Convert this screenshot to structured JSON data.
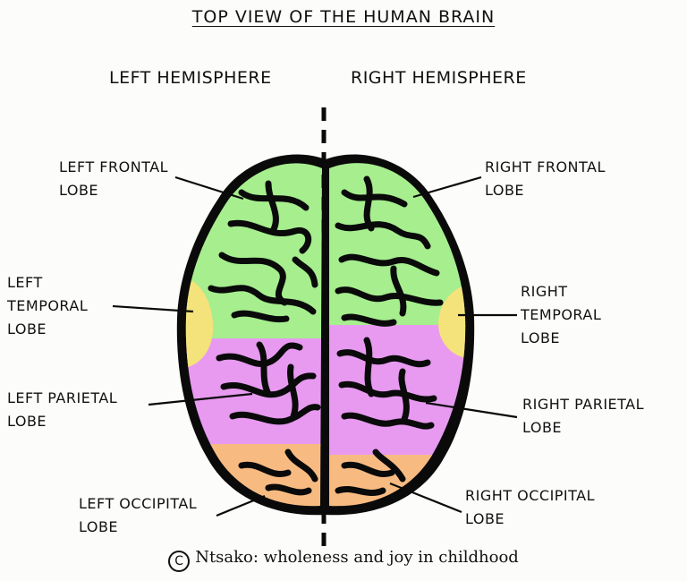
{
  "title": "TOP VIEW OF THE HUMAN BRAIN",
  "hemispheres": {
    "left": "LEFT HEMISPHERE",
    "right": "RIGHT HEMISPHERE"
  },
  "labels": {
    "left_frontal": "LEFT FRONTAL\nLOBE",
    "left_temporal": "LEFT\nTEMPORAL\nLOBE",
    "left_parietal": "LEFT PARIETAL\nLOBE",
    "left_occipital": "LEFT OCCIPITAL\nLOBE",
    "right_frontal": "RIGHT FRONTAL\nLOBE",
    "right_temporal": "RIGHT\nTEMPORAL\nLOBE",
    "right_parietal": "RIGHT PARIETAL\nLOBE",
    "right_occipital": "RIGHT OCCIPITAL\nLOBE"
  },
  "credit": {
    "symbol": "C",
    "text": "Ntsako: wholeness and joy in childhood"
  },
  "colors": {
    "frontal": "#a6ee8e",
    "temporal": "#f4e27a",
    "parietal": "#e79af0",
    "occipital": "#f7bb82",
    "outline": "#0a0a0a"
  }
}
